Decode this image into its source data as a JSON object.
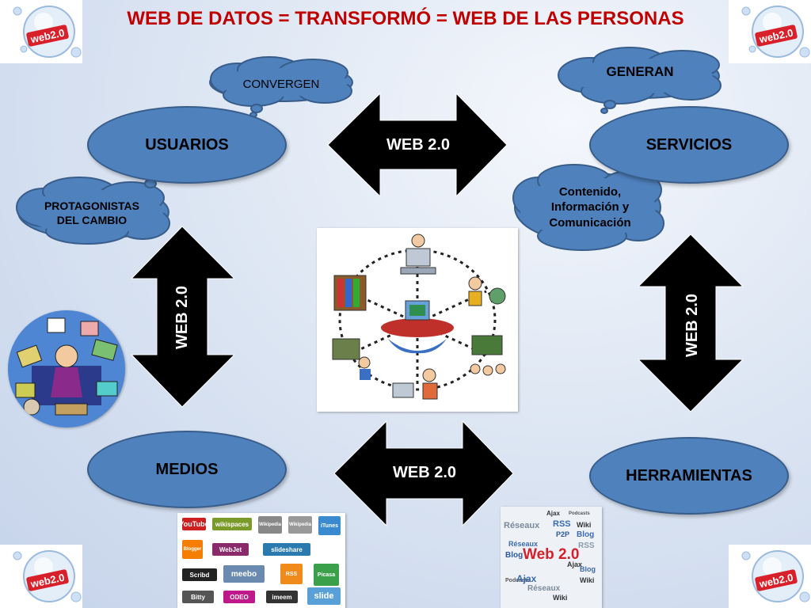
{
  "title": "WEB DE DATOS = TRANSFORMÓ = WEB DE LAS PERSONAS",
  "nodes": {
    "usuarios": "USUARIOS",
    "servicios": "SERVICIOS",
    "medios": "MEDIOS",
    "herramientas": "HERRAMIENTAS"
  },
  "arrows": {
    "top": "WEB 2.0",
    "bottom": "WEB 2.0",
    "left": "WEB 2.0",
    "right": "WEB 2.0"
  },
  "clouds": {
    "convergen": "CONVERGEN",
    "generan": "GENERAN",
    "protagonistas_line1": "PROTAGONISTAS",
    "protagonistas_line2": "DEL CAMBIO",
    "contenido_line1": "Contenido,",
    "contenido_line2": "Información y",
    "contenido_line3": "Comunicación"
  },
  "logo_text": "web2.0",
  "tag_cloud": {
    "main": "Web 2.0",
    "words": [
      "Ajax",
      "Podcasts",
      "Réseaux",
      "RSS",
      "Wiki",
      "P2P",
      "Blog",
      "RSS",
      "Réseaux",
      "Blog",
      "Ajax",
      "Wiki",
      "Blog",
      "Podcasts",
      "Réseaux",
      "Ajax",
      "Wiki"
    ]
  },
  "service_logos": [
    "YouTube",
    "wikispaces",
    "Wikipedia",
    "Wikipedia",
    "iTunes",
    "Blogger",
    "WebJet",
    "slideshare",
    "Scribd",
    "meebo",
    "RSS",
    "Picasa",
    "Bitty",
    "ODEO",
    "imeem",
    "slide"
  ],
  "colors": {
    "title": "#c00000",
    "ellipse_fill": "#4f81bd",
    "ellipse_border": "#385d8a",
    "arrow_fill": "#000000",
    "arrow_text": "#ffffff"
  }
}
